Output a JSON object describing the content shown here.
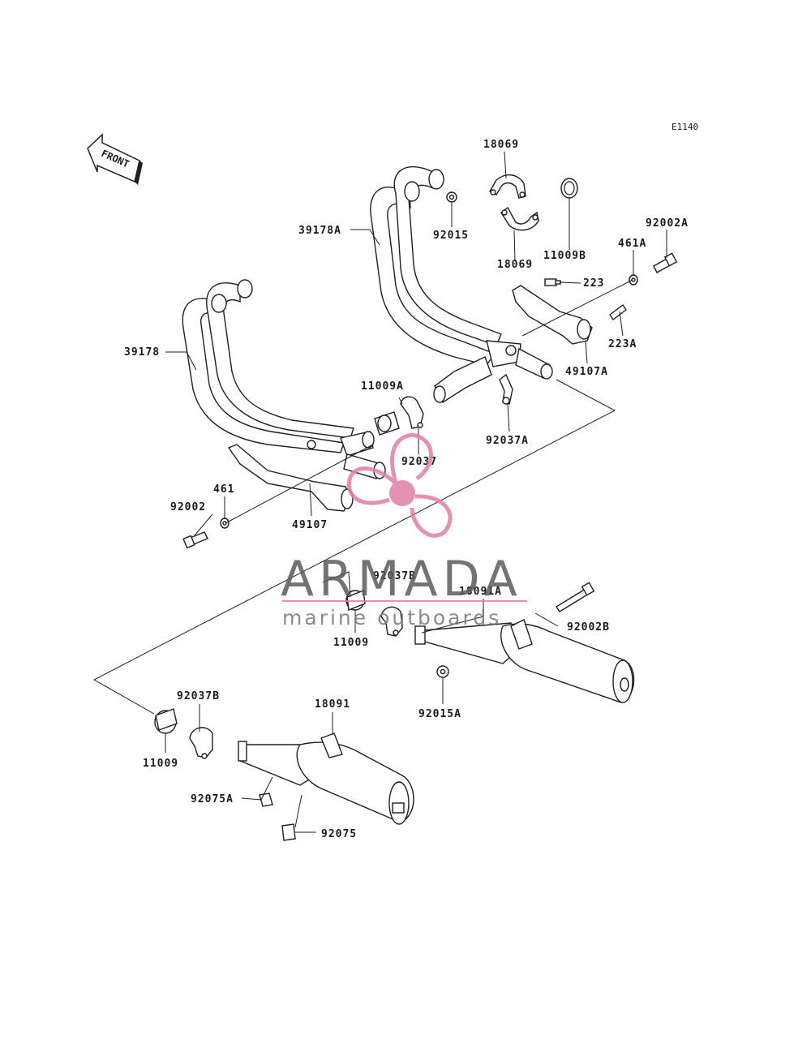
{
  "diagram": {
    "code": "E1140",
    "front_label": "FRONT",
    "parts": [
      {
        "id": "18069-top",
        "label": "18069"
      },
      {
        "id": "18069-bottom",
        "label": "18069"
      },
      {
        "id": "92015",
        "label": "92015"
      },
      {
        "id": "39178A",
        "label": "39178A"
      },
      {
        "id": "11009B",
        "label": "11009B"
      },
      {
        "id": "92002A",
        "label": "92002A"
      },
      {
        "id": "461A",
        "label": "461A"
      },
      {
        "id": "223",
        "label": "223"
      },
      {
        "id": "223A",
        "label": "223A"
      },
      {
        "id": "49107A",
        "label": "49107A"
      },
      {
        "id": "39178",
        "label": "39178"
      },
      {
        "id": "11009A",
        "label": "11009A"
      },
      {
        "id": "92037A",
        "label": "92037A"
      },
      {
        "id": "92037",
        "label": "92037"
      },
      {
        "id": "461",
        "label": "461"
      },
      {
        "id": "92002",
        "label": "92002"
      },
      {
        "id": "49107",
        "label": "49107"
      },
      {
        "id": "92037B-mid",
        "label": "92037B"
      },
      {
        "id": "18091A",
        "label": "18091A"
      },
      {
        "id": "92002B",
        "label": "92002B"
      },
      {
        "id": "11009-mid",
        "label": "11009"
      },
      {
        "id": "92015A",
        "label": "92015A"
      },
      {
        "id": "92037B-low",
        "label": "92037B"
      },
      {
        "id": "18091",
        "label": "18091"
      },
      {
        "id": "11009-low",
        "label": "11009"
      },
      {
        "id": "92075A",
        "label": "92075A"
      },
      {
        "id": "92075",
        "label": "92075"
      }
    ]
  },
  "watermark": {
    "title": "ARMADA",
    "subtitle": "marine outboards",
    "accent_color": "#e07fa8",
    "text_color": "#5b5b5b"
  }
}
